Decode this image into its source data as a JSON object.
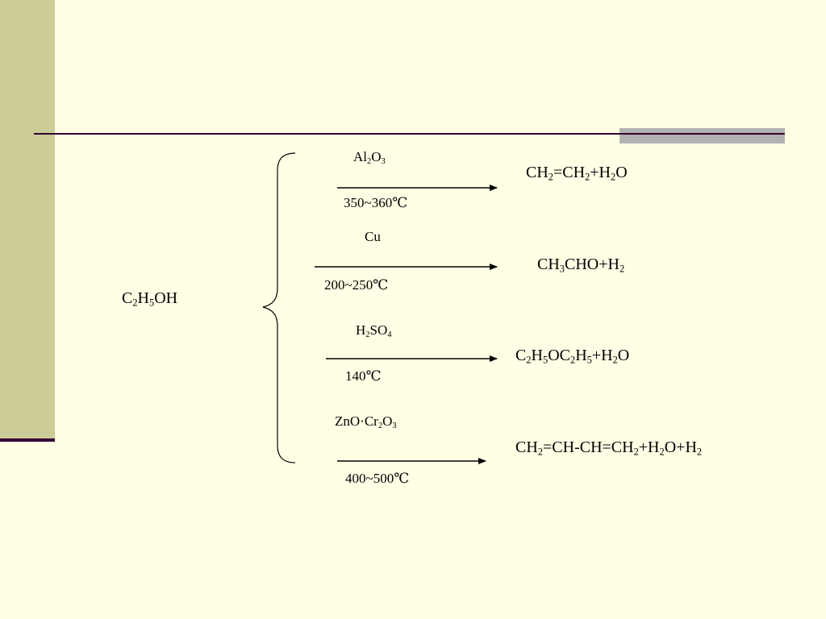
{
  "reactant": {
    "parts": [
      {
        "t": "C",
        "s": "2"
      },
      {
        "t": "H",
        "s": "5"
      },
      {
        "t": "OH",
        "s": ""
      }
    ]
  },
  "reactions": [
    {
      "catalyst": [
        {
          "t": "Al",
          "s": "2"
        },
        {
          "t": "O",
          "s": "3"
        }
      ],
      "condition": [
        {
          "t": "350~360℃",
          "s": ""
        }
      ],
      "product": [
        {
          "t": "CH",
          "s": "2"
        },
        {
          "t": "=CH",
          "s": "2"
        },
        {
          "t": "+H",
          "s": "2"
        },
        {
          "t": "O",
          "s": ""
        }
      ]
    },
    {
      "catalyst": [
        {
          "t": "Cu",
          "s": ""
        }
      ],
      "condition": [
        {
          "t": "200~250℃",
          "s": ""
        }
      ],
      "product": [
        {
          "t": "CH",
          "s": "3"
        },
        {
          "t": "CHO+H",
          "s": "2"
        }
      ]
    },
    {
      "catalyst": [
        {
          "t": "H",
          "s": "2"
        },
        {
          "t": "SO",
          "s": "4"
        }
      ],
      "condition": [
        {
          "t": "140℃",
          "s": ""
        }
      ],
      "product": [
        {
          "t": "C",
          "s": "2"
        },
        {
          "t": "H",
          "s": "5"
        },
        {
          "t": "OC",
          "s": "2"
        },
        {
          "t": "H",
          "s": "5"
        },
        {
          "t": "+H",
          "s": "2"
        },
        {
          "t": "O",
          "s": ""
        }
      ]
    },
    {
      "catalyst": [
        {
          "t": "ZnO·Cr",
          "s": "2"
        },
        {
          "t": "O",
          "s": "3"
        }
      ],
      "condition": [
        {
          "t": "400~500℃",
          "s": ""
        }
      ],
      "product": [
        {
          "t": "CH",
          "s": "2"
        },
        {
          "t": "=CH-CH=CH",
          "s": "2"
        },
        {
          "t": "+H",
          "s": "2"
        },
        {
          "t": "O+H",
          "s": "2"
        }
      ]
    }
  ]
}
